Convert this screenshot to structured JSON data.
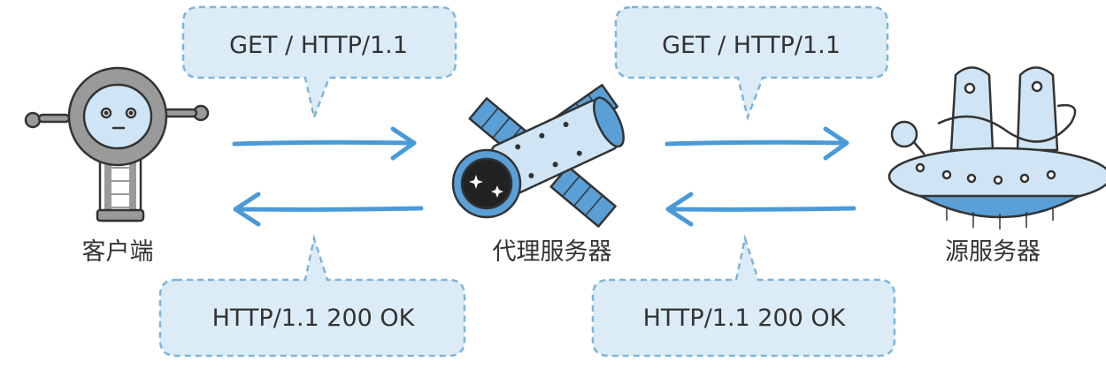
{
  "diagram": {
    "colors": {
      "bubble_fill": "#dcecf7",
      "bubble_stroke": "#7fb4d8",
      "arrow": "#4b9ad8",
      "outline": "#333333",
      "body_gray": "#9a9a9a",
      "light_blue": "#cfe5f5",
      "mid_blue": "#5a9fd6",
      "dark": "#222222"
    },
    "requests": [
      {
        "text": "GET / HTTP/1.1"
      },
      {
        "text": "GET / HTTP/1.1"
      }
    ],
    "responses": [
      {
        "text": "HTTP/1.1 200 OK"
      },
      {
        "text": "HTTP/1.1 200 OK"
      }
    ],
    "nodes": {
      "client": {
        "label": "客户端",
        "icon": "robot-icon"
      },
      "proxy": {
        "label": "代理服务器",
        "icon": "satellite-icon"
      },
      "origin": {
        "label": "源服务器",
        "icon": "ufo-server-icon"
      }
    }
  }
}
